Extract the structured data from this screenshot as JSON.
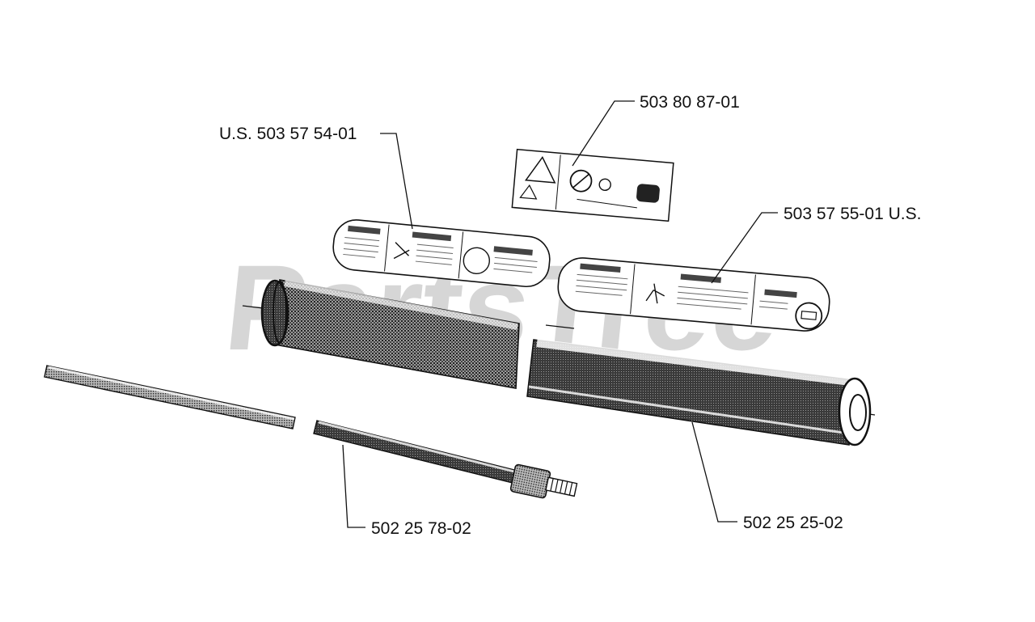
{
  "watermark": {
    "text": "PartsTree",
    "trademark": "™"
  },
  "callouts": {
    "decal_top": "503 80 87-01",
    "decal_left": "U.S. 503 57 54-01",
    "decal_right": "503 57 55-01 U.S.",
    "drive_shaft": "502 25 78-02",
    "shaft_tube": "502 25 25-02"
  },
  "colors": {
    "line": "#111111",
    "watermark": "#bdbdbd",
    "background": "#ffffff"
  }
}
